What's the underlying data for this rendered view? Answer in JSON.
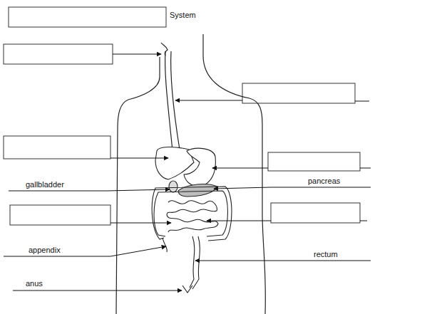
{
  "diagram": {
    "title": "System",
    "labels": [
      "gallbladder",
      "pancreas",
      "appendix",
      "rectum",
      "anus"
    ]
  }
}
